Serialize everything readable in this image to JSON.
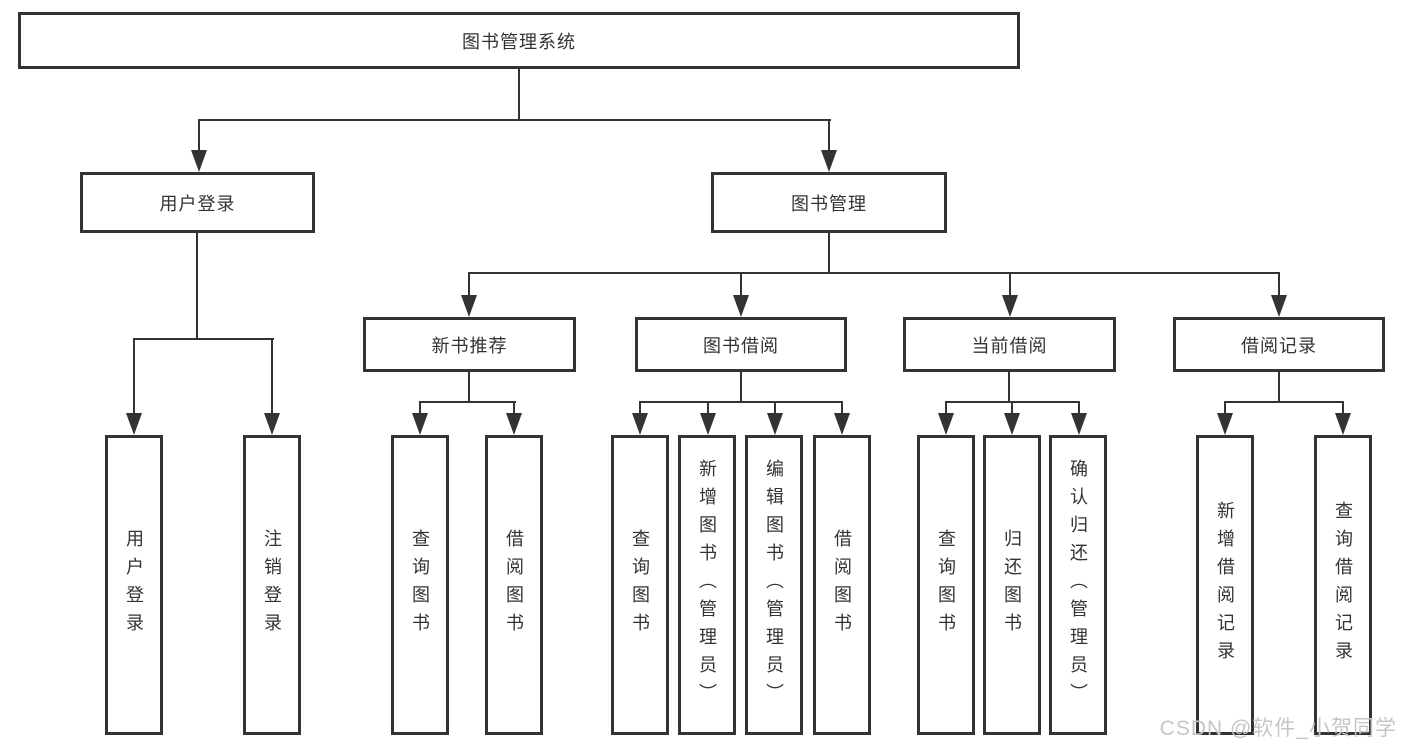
{
  "diagram": {
    "root": {
      "label": "图书管理系统"
    },
    "level2": {
      "user_login": {
        "label": "用户登录"
      },
      "book_mgmt": {
        "label": "图书管理"
      }
    },
    "level3": {
      "new_book": {
        "label": "新书推荐"
      },
      "book_borrow": {
        "label": "图书借阅"
      },
      "current_borrow": {
        "label": "当前借阅"
      },
      "borrow_record": {
        "label": "借阅记录"
      }
    },
    "leaves": {
      "user_login": [
        "用户登录",
        "注销登录"
      ],
      "new_book": [
        "查询图书",
        "借阅图书"
      ],
      "book_borrow": [
        "查询图书",
        "新增图书（管理员）",
        "编辑图书（管理员）",
        "借阅图书"
      ],
      "current_borrow": [
        "查询图书",
        "归还图书",
        "确认归还（管理员）"
      ],
      "borrow_record": [
        "新增借阅记录",
        "查询借阅记录"
      ]
    }
  },
  "watermark": "CSDN @软件_小贺同学",
  "colors": {
    "line": "#333333",
    "text": "#333333",
    "watermark": "#c6c6c6",
    "background": "#ffffff"
  }
}
